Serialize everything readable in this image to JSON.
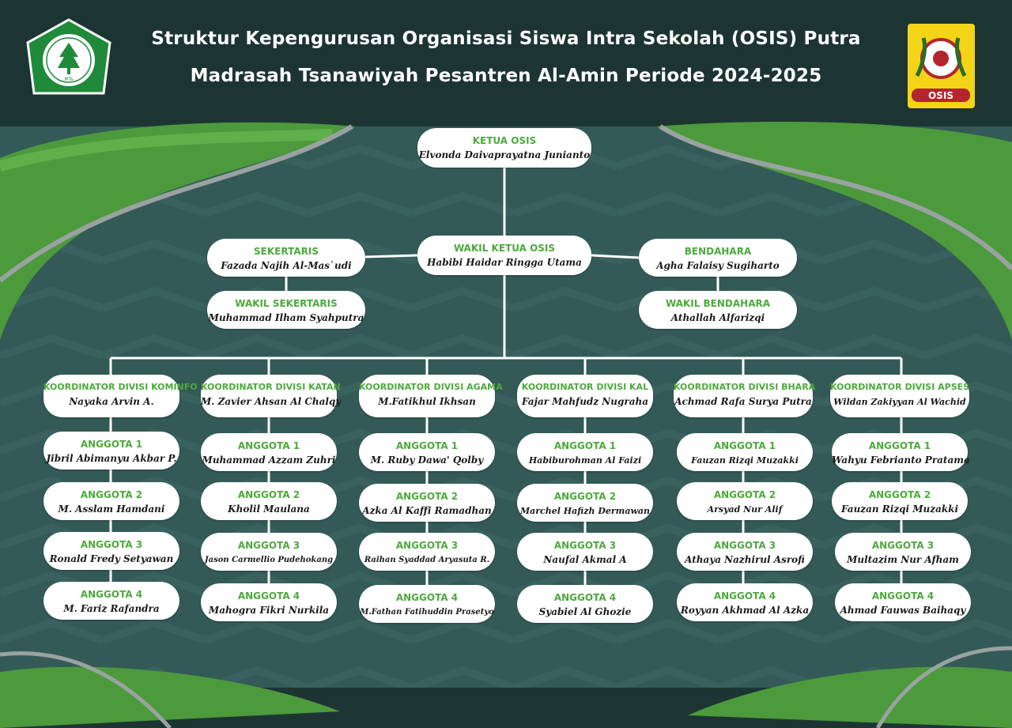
{
  "header": {
    "title_line1": "Struktur Kepengurusan  Organisasi Siswa Intra Sekolah (OSIS) Putra",
    "title_line2": "Madrasah Tsanawiyah Pesantren Al-Amin Periode 2024-2025",
    "left_logo_icon": "madrasah-seal-icon",
    "left_logo_caption": "MTs",
    "right_logo_icon": "osis-emblem-icon",
    "right_logo_caption": "OSIS"
  },
  "colors": {
    "background": "#335a56",
    "band": "#1c3533",
    "accent_green": "#4caa3c",
    "node_fill": "#ffffff",
    "node_text": "#1a1a1a"
  },
  "core": {
    "ketua": {
      "role": "KETUA OSIS",
      "name": "Elvonda Daivaprayatna Junianto"
    },
    "wakil_ketua": {
      "role": "WAKIL KETUA OSIS",
      "name": "Habibi Haidar Ringga Utama"
    },
    "sekertaris": {
      "role": "SEKERTARIS",
      "name": "Fazada Najih Al-Mas`udi"
    },
    "wakil_sekertaris": {
      "role": "WAKIL SEKERTARIS",
      "name": "Muhammad Ilham Syahputra"
    },
    "bendahara": {
      "role": "BENDAHARA",
      "name": "Agha Falaisy Sugiharto"
    },
    "wakil_bendahara": {
      "role": "WAKIL BENDAHARA",
      "name": "Athallah Alfarizqi"
    }
  },
  "divisions": [
    {
      "coordinator": {
        "role": "KOORDINATOR DIVISI KOMINFO",
        "name": "Nayaka Arvin A."
      },
      "members": [
        {
          "role": "ANGGOTA 1",
          "name": "Jibril Abimanyu Akbar P."
        },
        {
          "role": "ANGGOTA 2",
          "name": "M. Asslam Hamdani"
        },
        {
          "role": "ANGGOTA 3",
          "name": "Ronald Fredy Setyawan"
        },
        {
          "role": "ANGGOTA 4",
          "name": "M. Fariz Rafandra"
        }
      ]
    },
    {
      "coordinator": {
        "role": "KOORDINATOR DIVISI KATAN",
        "name": "M. Zavier Ahsan Al Chalqy"
      },
      "members": [
        {
          "role": "ANGGOTA 1",
          "name": "Muhammad Azzam Zuhri"
        },
        {
          "role": "ANGGOTA 2",
          "name": "Kholil Maulana"
        },
        {
          "role": "ANGGOTA 3",
          "name": "Jason Carmellio Pudehokang"
        },
        {
          "role": "ANGGOTA 4",
          "name": "Mahogra Fikri Nurkila"
        }
      ]
    },
    {
      "coordinator": {
        "role": "KOORDINATOR DIVISI AGAMA",
        "name": "M.Fatikhul Ikhsan"
      },
      "members": [
        {
          "role": "ANGGOTA 1",
          "name": "M. Ruby Dawa' Qolby"
        },
        {
          "role": "ANGGOTA 2",
          "name": "Azka Al Kaffi Ramadhan"
        },
        {
          "role": "ANGGOTA 3",
          "name": "Raihan Syaddad Aryasuta R."
        },
        {
          "role": "ANGGOTA 4",
          "name": "M.Fathan Fatihuddin Prasetyo"
        }
      ]
    },
    {
      "coordinator": {
        "role": "KOORDINATOR DIVISI KAL",
        "name": "Fajar Mahfudz Nugraha"
      },
      "members": [
        {
          "role": "ANGGOTA 1",
          "name": "Habiburohman Al Faizi"
        },
        {
          "role": "ANGGOTA 2",
          "name": "Marchel Hafizh Dermawan"
        },
        {
          "role": "ANGGOTA 3",
          "name": "Naufal Akmal A"
        },
        {
          "role": "ANGGOTA 4",
          "name": "Syabiel Al Ghozie"
        }
      ]
    },
    {
      "coordinator": {
        "role": "KOORDINATOR DIVISI BHARA",
        "name": "Achmad Rafa Surya Putra"
      },
      "members": [
        {
          "role": "ANGGOTA 1",
          "name": "Fauzan Rizqi Muzakki"
        },
        {
          "role": "ANGGOTA 2",
          "name": "Arsyad Nur Alif"
        },
        {
          "role": "ANGGOTA 3",
          "name": "Athaya Nazhirul Asrofi"
        },
        {
          "role": "ANGGOTA 4",
          "name": "Royyan Akhmad Al Azka"
        }
      ]
    },
    {
      "coordinator": {
        "role": "KOORDINATOR DIVISI APSES",
        "name": "Wildan Zakiyyan Al Wachid"
      },
      "members": [
        {
          "role": "ANGGOTA 1",
          "name": "Wahyu Febrianto Pratama"
        },
        {
          "role": "ANGGOTA 2",
          "name": "Fauzan Rizqi Muzakki"
        },
        {
          "role": "ANGGOTA 3",
          "name": "Multazim Nur Afham"
        },
        {
          "role": "ANGGOTA 4",
          "name": "Ahmad Fauwas Baihaqy"
        }
      ]
    }
  ]
}
